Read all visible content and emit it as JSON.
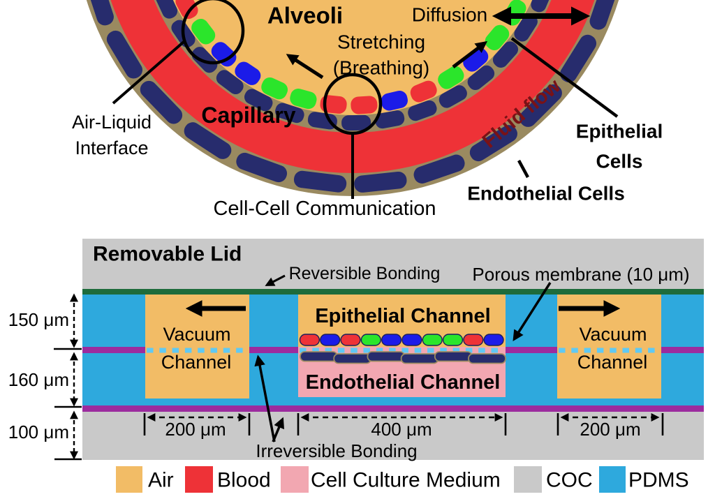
{
  "colors": {
    "air": "#F2BC66",
    "blood": "#EE3237",
    "medium": "#F2A7B1",
    "coc": "#C9C9C9",
    "pdms": "#2EA9DD",
    "navy": "#272C6D",
    "tan_outline": "#9A8A60",
    "purple": "#9C2B9E",
    "bond_green": "#1E6B3B",
    "cell_green": "#2BE52B",
    "cell_blue": "#1B1BE8",
    "membrane_dash": "#5FC9F4",
    "cell_outline": "#1A1F5C",
    "fluid_flow_text": "#7A1216",
    "text": "#000000"
  },
  "alveoli_diagram": {
    "labels": {
      "alveoli": "Alveoli",
      "diffusion": "Diffusion",
      "stretching_line1": "Stretching",
      "stretching_line2": "(Breathing)",
      "capillary": "Capillary",
      "fluid_flow": "Fluid flow",
      "air_liquid_line1": "Air-Liquid",
      "air_liquid_line2": "Interface",
      "cell_cell": "Cell-Cell Communication",
      "epithelial_line1": "Epithelial",
      "epithelial_line2": "Cells",
      "endothelial_cells": "Endothelial Cells"
    },
    "epithelial_cell_colors": [
      "red",
      "green",
      "blue",
      "blue",
      "green",
      "green",
      "red",
      "red",
      "blue",
      "red",
      "green",
      "blue",
      "green",
      "green",
      "red"
    ],
    "inner_wall_segment_count": 15,
    "endothelial_segment_count": 12
  },
  "device_diagram": {
    "labels": {
      "removable_lid": "Removable Lid",
      "reversible_bonding": "Reversible Bonding",
      "porous_membrane": "Porous membrane (10 μm)",
      "epithelial_channel": "Epithelial Channel",
      "endothelial_channel": "Endothelial Channel",
      "vacuum": "Vacuum",
      "channel": "Channel",
      "irreversible_bonding": "Irreversible Bonding"
    },
    "dims": {
      "h150": "150 μm",
      "h160": "160 μm",
      "h100": "100 μm",
      "w200": "200 μm",
      "w400": "400 μm"
    },
    "epithelial_cell_colors": [
      "red",
      "blue",
      "red",
      "green",
      "blue",
      "blue",
      "green",
      "green",
      "red",
      "blue"
    ],
    "endothelial_cell_count": 6
  },
  "legend": {
    "items": [
      {
        "label": "Air",
        "color_key": "air"
      },
      {
        "label": "Blood",
        "color_key": "blood"
      },
      {
        "label": "Cell Culture Medium",
        "color_key": "medium"
      },
      {
        "label": "COC",
        "color_key": "coc"
      },
      {
        "label": "PDMS",
        "color_key": "pdms"
      }
    ]
  }
}
